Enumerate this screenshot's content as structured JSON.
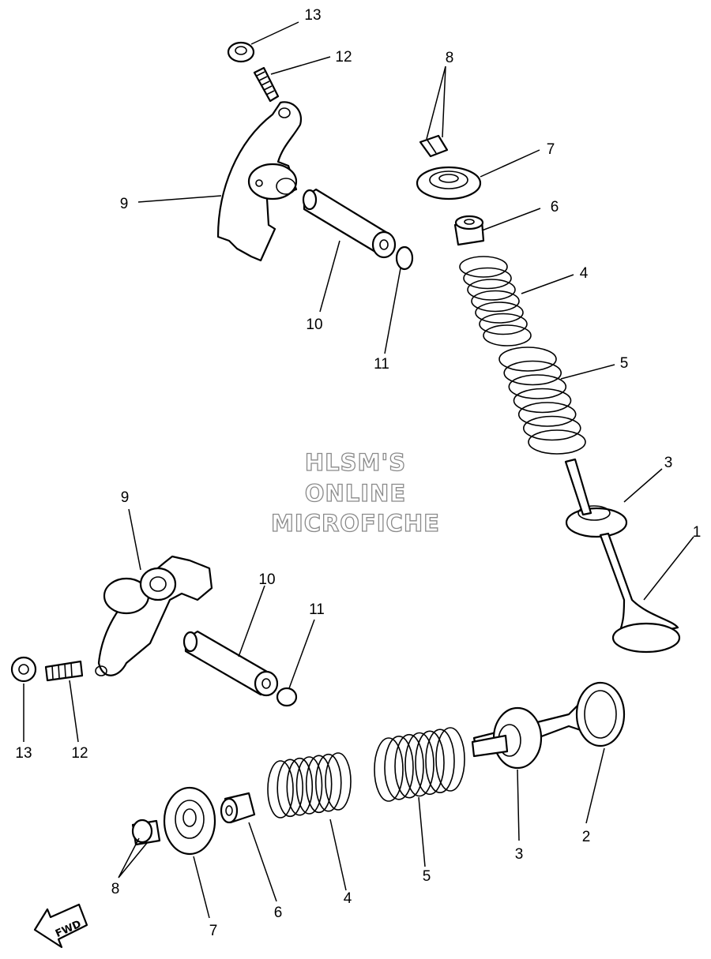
{
  "watermark": {
    "line1": "HLSM'S",
    "line2": "ONLINE",
    "line3": "MICROFICHE"
  },
  "direction_marker": {
    "label": "FWD",
    "icon": "fwd-arrow-icon"
  },
  "callouts": {
    "upper": {
      "part_13": "13",
      "part_12": "12",
      "part_9": "9",
      "part_10": "10",
      "part_11": "11",
      "part_8": "8",
      "part_7": "7",
      "part_6": "6",
      "part_4": "4",
      "part_5": "5",
      "part_3": "3",
      "part_1": "1"
    },
    "lower": {
      "part_9": "9",
      "part_10": "10",
      "part_11": "11",
      "part_13": "13",
      "part_12": "12",
      "part_8": "8",
      "part_7": "7",
      "part_6": "6",
      "part_4": "4",
      "part_5": "5",
      "part_3": "3",
      "part_2": "2"
    }
  }
}
